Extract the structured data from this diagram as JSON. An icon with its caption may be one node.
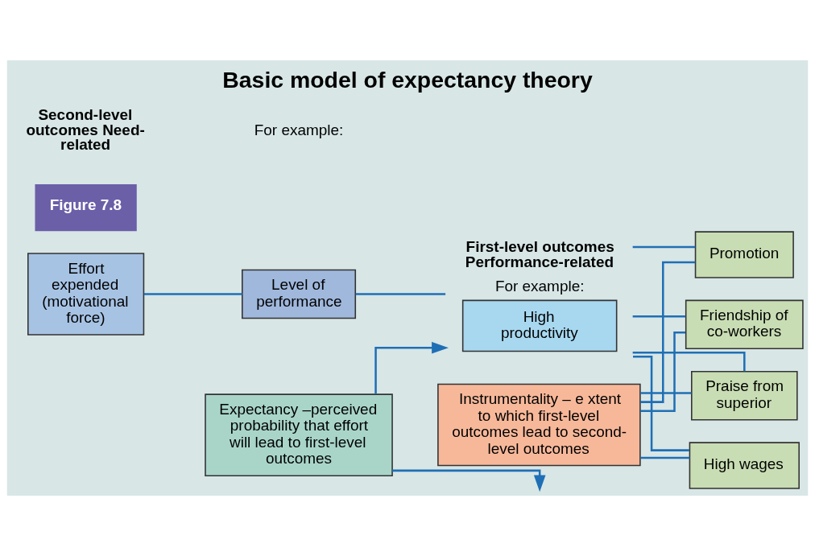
{
  "diagram": {
    "title": "Basic model of expectancy theory",
    "nodes": [
      {
        "text": [
          "Instrumentality – e xtent to which first-level outcomes lead to second-level outcomes"
        ]
      },
      {
        "text": [
          "Expectancy –perceived probability that effort will lead to first-level outcomes"
        ]
      },
      {
        "text": [
          "Effort expended (motivational force)"
        ]
      },
      {
        "text": [
          "Level of performance"
        ]
      },
      {
        "text": [
          "High productivity"
        ],
        "beside": [
          "First-level outcomes Performance-related",
          "For example:"
        ]
      },
      {
        "text": [
          "Praise from superior"
        ]
      },
      {
        "text": [
          "High wages"
        ]
      },
      {
        "text": [
          "Promotion"
        ]
      },
      {
        "text": [
          "Friendship of co-workers"
        ]
      }
    ],
    "edges": [
      {
        "from": 2,
        "to": 3,
        "arrow": "none"
      },
      {
        "from": 3,
        "to": 4,
        "arrow": "none"
      },
      {
        "from": 4,
        "to": 5,
        "arrow": "none"
      },
      {
        "from": 4,
        "to": 6,
        "arrow": "none"
      },
      {
        "from": 4,
        "to": 7,
        "arrow": "none"
      },
      {
        "from": 4,
        "to": 8,
        "arrow": "none"
      },
      {
        "from": 0,
        "to": 5,
        "arrow": "none"
      },
      {
        "from": 0,
        "to": 6,
        "arrow": "none"
      },
      {
        "from": 0,
        "to": 7,
        "arrow": "none"
      },
      {
        "from": 0,
        "to": 8,
        "arrow": "none"
      },
      {
        "from": 1,
        "to": 4,
        "arrow": "to"
      },
      {
        "from": 1,
        "to": null,
        "arrow": "to"
      }
    ],
    "labels": [
      "Figure 7.8",
      "Second-level outcomes Need-related",
      "For example:"
    ]
  }
}
